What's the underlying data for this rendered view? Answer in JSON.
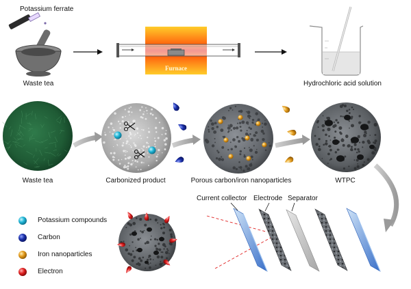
{
  "steps": {
    "potassium_ferrate": "Potassium ferrate",
    "waste_tea_raw": "Waste tea",
    "furnace": "Furnace",
    "acid": "Hydrochloric acid solution"
  },
  "particles": {
    "waste_tea": "Waste tea",
    "carbonized": "Carbonized product",
    "porous": "Porous carbon/iron nanoparticles",
    "wtpc": "WTPC"
  },
  "legend": [
    {
      "label": "Potassium compounds",
      "color": "#1fb5d6"
    },
    {
      "label": "Carbon",
      "color": "#1a2fa8"
    },
    {
      "label": "Iron nanoparticles",
      "color": "#e39a1a"
    },
    {
      "label": "Electron",
      "color": "#e02020"
    }
  ],
  "cell": {
    "current_collector": "Current collector",
    "electrode": "Electrode",
    "separator": "Separator"
  }
}
